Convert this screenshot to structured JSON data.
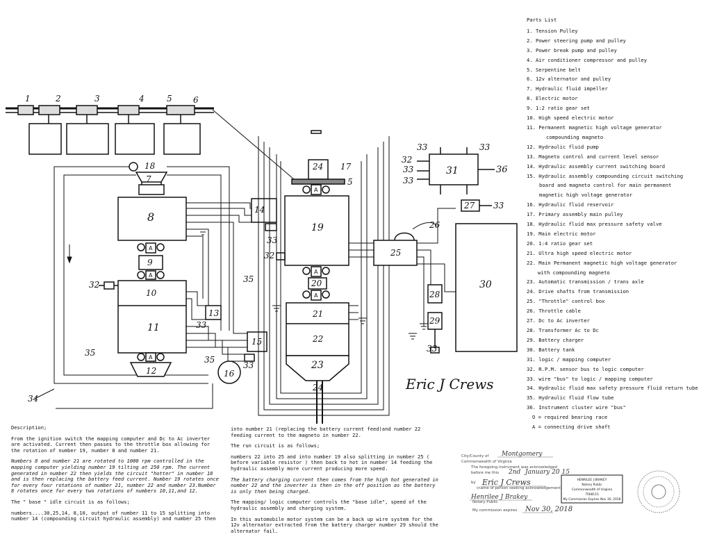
{
  "colors": {
    "ink": "#111111",
    "paper": "#ffffff",
    "stamp": "#555555"
  },
  "diagram": {
    "ref_labels": {
      "n1": "1",
      "n2": "2",
      "n3": "3",
      "n4": "4",
      "n5": "5",
      "n6": "6",
      "n5b": "5",
      "n7": "7",
      "n8": "8",
      "n9": "9",
      "n10": "10",
      "n11": "11",
      "n12": "12",
      "n13": "13",
      "n14": "14",
      "n15": "15",
      "n16": "16",
      "n17": "17",
      "n18": "18",
      "n19": "19",
      "n20": "20",
      "n21": "21",
      "n22": "22",
      "n23": "23",
      "n24top": "24",
      "n24bot": "24",
      "n25": "25",
      "n26": "26",
      "n27": "27",
      "n28": "28",
      "n29": "29",
      "n30": "30",
      "n31": "31",
      "n32a": "32",
      "n32b": "32",
      "n32c": "32",
      "n33a": "33",
      "n33b": "33",
      "n33c": "33",
      "n33d": "33",
      "n33e": "33",
      "n33f": "33",
      "n33g": "33",
      "n33h": "33",
      "n33i": "33",
      "n35a": "35",
      "n35b": "35",
      "n35c": "35",
      "n34": "34",
      "n36": "36",
      "a": "A"
    },
    "signature": "Eric J Crews"
  },
  "parts_list": {
    "title": "Parts List",
    "items": [
      "1. Tension Pulley",
      "2. Power steering pump and pulley",
      "3. Power break pump and pulley",
      "4. Air conditioner compressor and pulley",
      "5. Serpentine belt",
      "6. 12v alternator and pulley",
      "7. Hydraulic fluid impeller",
      "8. Electric motor",
      "9. 1:2 ratio gear set",
      "10. High speed electric motor",
      "11. Permanent magnetic high voltage generator",
      "12. Hydraulic fluid pump",
      "13. Magneto control and current level sensor",
      "14. Hydraulic assembly current switching board",
      "15. Hydraulic assembly compounding circuit switching",
      "16. Hydraulic fluid reservoir",
      "17. Primary assembly main pulley",
      "18. Hydraulic fluid max pressure safety valve",
      "19. Main electric motor",
      "20. 1:4 ratio gear set",
      "21. Ultra high speed electric motor",
      "22. Main Permanent magnetic high voltage generator",
      "23. Automatic transmission / trans axle",
      "24. Drive shafts from transmission",
      "25. \"Throttle\" control box",
      "26. Throttle cable",
      "27. Dc to Ac inverter",
      "28. Transformer Ac to Dc",
      "29. Battery charger",
      "30. Battery tank",
      "31. logic / mapping computer",
      "32. R.P.M. sensor bus to logic computer",
      "33. wire \"bus\" to logic / mapping computer",
      "34. Hydraulic fluid max safety pressure fluid return tube",
      "35. Hydraulic fluid flow tube",
      "36. Instrument cluster wire \"bus\"",
      "O = required bearing race",
      "A = connecting drive shaft"
    ],
    "continuations": {
      "item11": "compounding magneto",
      "item15a": "board and magneto control for main permanent",
      "item15b": "magnetic high voltage generator",
      "item22": "with compounding magneto"
    }
  },
  "description": {
    "heading": "Description;",
    "p1": "From the ignition switch the mapping computer and Dc to Ac inverter are activated. Current then passes to the throttle box allowing for the rotation of number 19, number 8 and number 21.",
    "p2": "Numbers 8 and number 21 are rotated  to 1000 rpm controlled in the mapping computer yielding number 19 tilting at 250 rpm.  The current generated in number 22 then yields the circuit \"hotter\" in number 18 and is then replacing the battery feed current.  Number 19 rotates once for every four rotations of number 21, number 22 and number 23.Number 8 rotates once for every two rotations of numbers 10,11,and 12.",
    "p3": "The \" base \" idle circuit is as follows;",
    "p4": "numbers....30,25,14, 8,10, output of number 11 to 15 splitting into number 14 (compounding circuit hydraulic assembly) and number 25 then",
    "m1": "into number 21 (replacing the battery current feed)and number 22 feeding current to the magneto in number 22.",
    "m2": "The run circuit is as follows;",
    "m3": "numbers 22 into 25 and into number 19 also splitting in number 25 ( before variable resistor ) then back to hot in number 14 feeding the hydraulic assembly more current producing more speed.",
    "m4": "The battery charging current then comes from the high hot generated in number 22 and the inverter is then in the off position as the battery is only then being charged.",
    "m5": "The mapping/ logic computer controls the \"base idle\", speed of the hydraulic assembly and charging system.",
    "m6": "In this automobile motor system can be a back up wire system for the 12v alternator extracted from the battery charger number 29 should the alternator fail."
  },
  "notary": {
    "county_label": "City/County of",
    "county": "Montgomery",
    "commonwealth": "Commonwealth of Virginia",
    "ack1": "The foregoing instrument was acknowledged",
    "ack2": "before me this",
    "day": "2nd",
    "month_year": "January 20 15",
    "by_label": "by",
    "by_name": "Eric J Crews",
    "name_hint": "(name of person seeking acknowledgement)",
    "notary_sig": "Henrilee J Brakey",
    "notary_public": "Notary Public",
    "commission_label": "My commission expires",
    "commission_date": "Nov 30, 2018",
    "seal_name": "HENRILEE J BRAKEY",
    "seal_title": "Notary Public",
    "seal_state": "Commonwealth of Virginia",
    "seal_reg": "7568115",
    "seal_expires": "My Commission Expires Nov 30, 2018"
  }
}
